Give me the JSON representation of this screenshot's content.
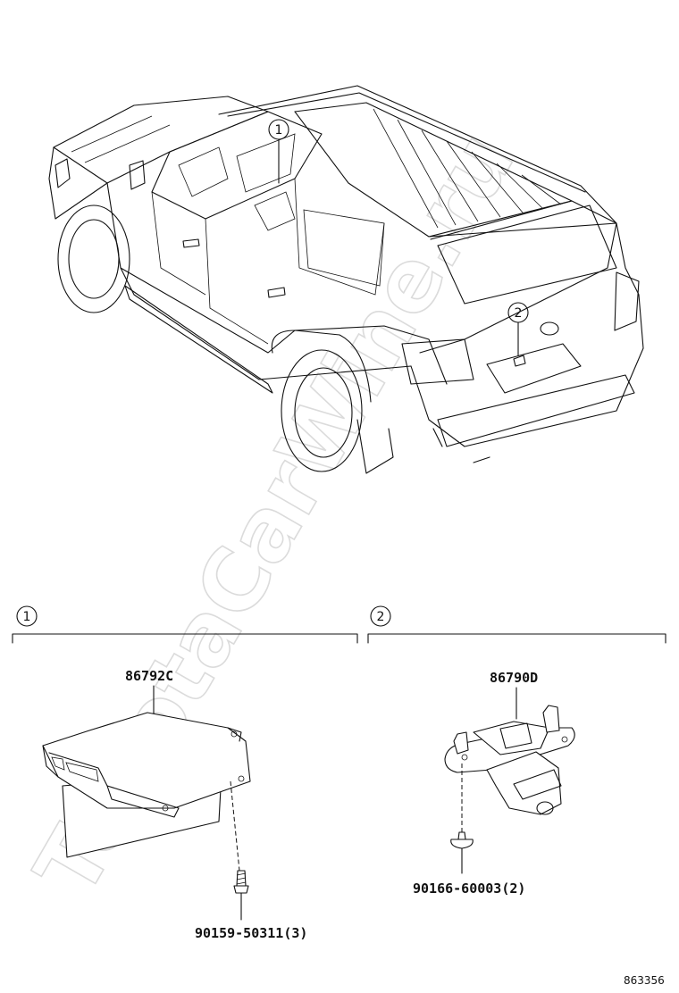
{
  "watermark": "ToyotaCarWine.ru",
  "diagram_id": "863356",
  "callouts": [
    {
      "num": "1"
    },
    {
      "num": "2"
    }
  ],
  "sections": [
    {
      "num": "1",
      "part_number": "86792C",
      "fastener": "90159-50311(3)"
    },
    {
      "num": "2",
      "part_number": "86790D",
      "fastener": "90166-60003(2)"
    }
  ]
}
